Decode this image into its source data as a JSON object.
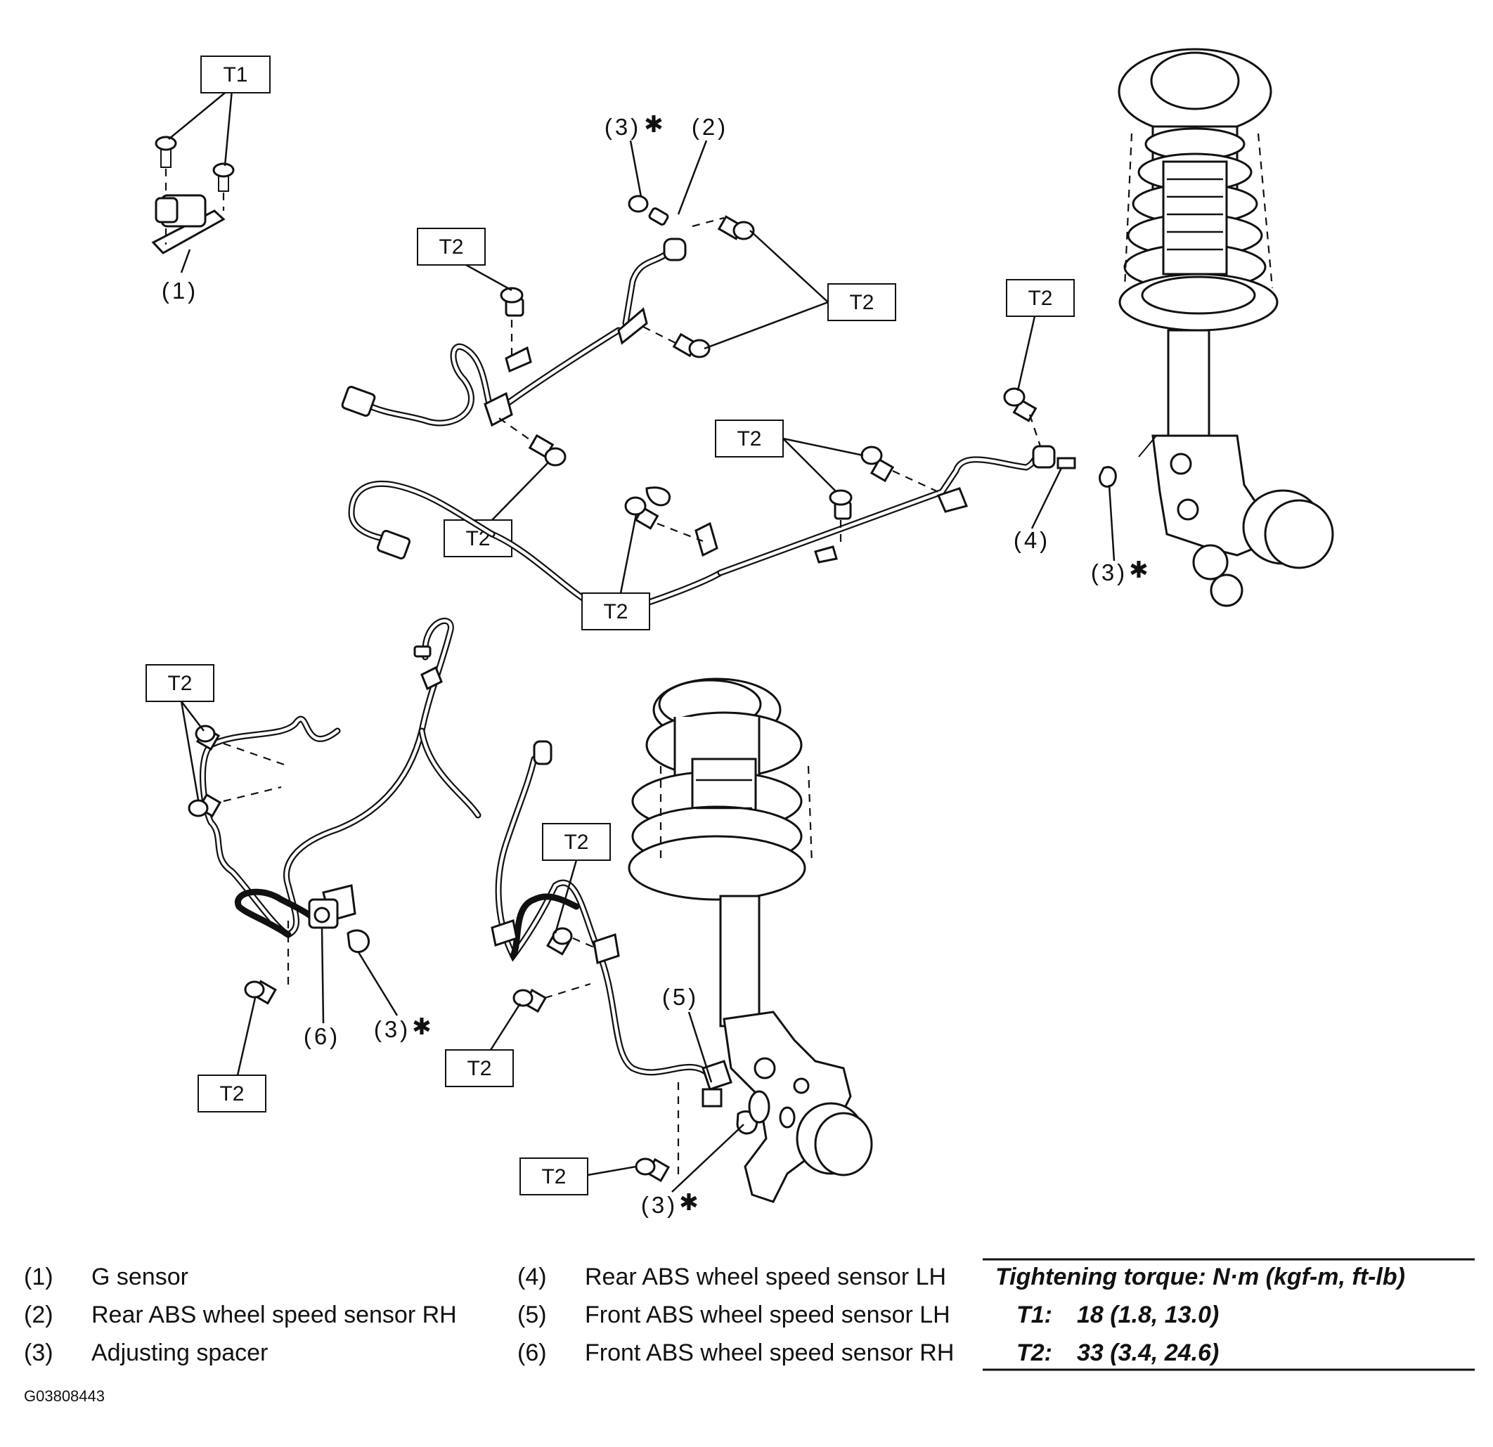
{
  "callouts": {
    "t1": "T1",
    "t2": "T2",
    "part1": "(1)",
    "part2": "(2)",
    "part3": "(3)",
    "part4": "(4)",
    "part5": "(5)",
    "part6": "(6)",
    "asterisk": "✱"
  },
  "legend": {
    "items": [
      {
        "num": "(1)",
        "text": "G sensor"
      },
      {
        "num": "(2)",
        "text": "Rear ABS wheel speed sensor RH"
      },
      {
        "num": "(3)",
        "text": "Adjusting spacer"
      },
      {
        "num": "(4)",
        "text": "Rear ABS wheel speed sensor LH"
      },
      {
        "num": "(5)",
        "text": "Front ABS wheel speed sensor LH"
      },
      {
        "num": "(6)",
        "text": "Front ABS wheel speed sensor RH"
      }
    ]
  },
  "torque": {
    "title": "Tightening torque: N·m (kgf-m, ft-lb)",
    "rows": [
      {
        "key": "T1:",
        "value": "18 (1.8, 13.0)"
      },
      {
        "key": "T2:",
        "value": "33 (3.4, 24.6)"
      }
    ]
  },
  "figure_code": "G03808443"
}
